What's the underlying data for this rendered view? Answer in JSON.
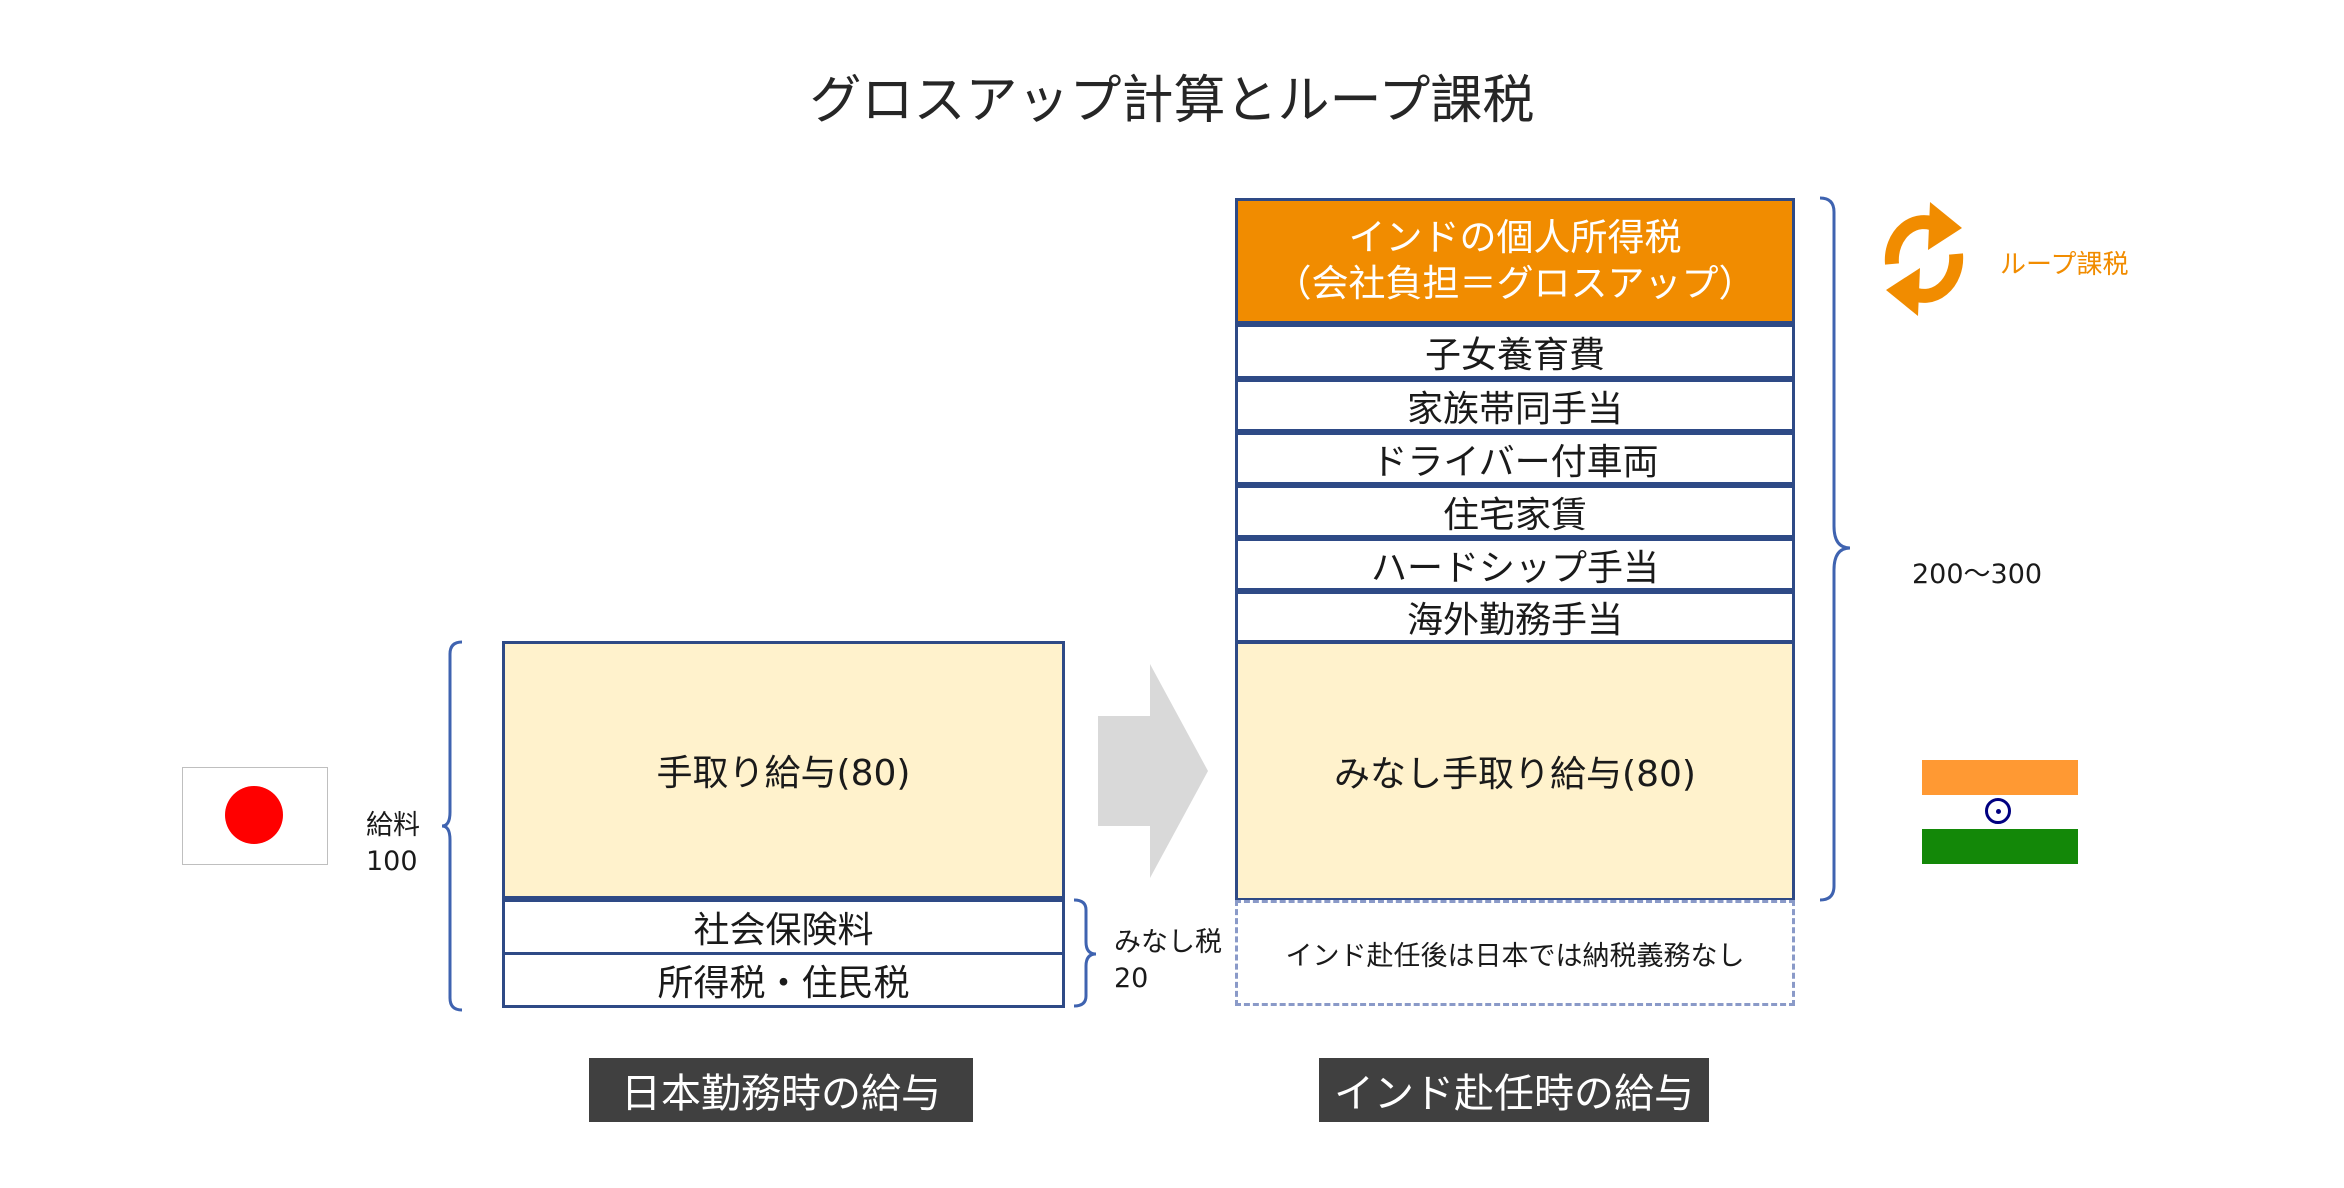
{
  "title": "グロスアップ計算とループ課税",
  "japan": {
    "flag_icon": "japan-flag-icon",
    "salary_label_line1": "給料",
    "salary_label_line2": "100",
    "takehome": "手取り給与(80)",
    "social_insurance": "社会保険料",
    "income_tax": "所得税・住民税",
    "deemed_tax_line1": "みなし税",
    "deemed_tax_line2": "20",
    "caption": "日本勤務時の給与"
  },
  "india": {
    "flag_icon": "india-flag-icon",
    "tax_line1": "インドの個人所得税",
    "tax_line2": "（会社負担＝グロスアップ）",
    "items": [
      "子女養育費",
      "家族帯同手当",
      "ドライバー付車両",
      "住宅家賃",
      "ハードシップ手当",
      "海外勤務手当"
    ],
    "deemed_takehome": "みなし手取り給与(80)",
    "no_tax_note": "インド赴任後は日本では納税義務なし",
    "range_label": "200～300",
    "loop_label": "ループ課税",
    "caption": "インド赴任時の給与"
  },
  "colors": {
    "border": "#2e4a86",
    "cream": "#fff2cc",
    "orange": "#f18c00",
    "caption_bg": "#404040",
    "arrow": "#d9d9d9",
    "japan_red": "#ff0000",
    "india_saffron": "#ff9933",
    "india_green": "#138808",
    "india_chakra": "#000080"
  }
}
